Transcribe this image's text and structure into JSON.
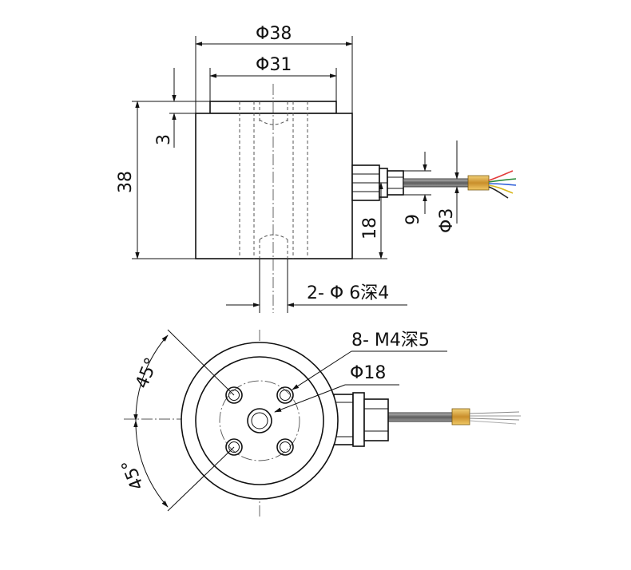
{
  "dimensions": {
    "outer_diameter": "Φ38",
    "inner_diameter": "Φ31",
    "step_height": "3",
    "body_height": "38",
    "cable_height": "18",
    "gland_size": "9",
    "cable_diameter": "Φ3",
    "bottom_holes": "2- Φ 6深4",
    "mount_holes": "8- M4深5",
    "bolt_circle": "Φ18",
    "angle_upper": "45°",
    "angle_lower": "45°"
  },
  "colors": {
    "line": "#111111",
    "connector_brass": "#d9a441",
    "cable_gray": "#7a7a7a",
    "wire_colors": [
      "#e23b3b",
      "#2a8a3a",
      "#2d5ed8",
      "#d8b81e",
      "#222222"
    ]
  }
}
